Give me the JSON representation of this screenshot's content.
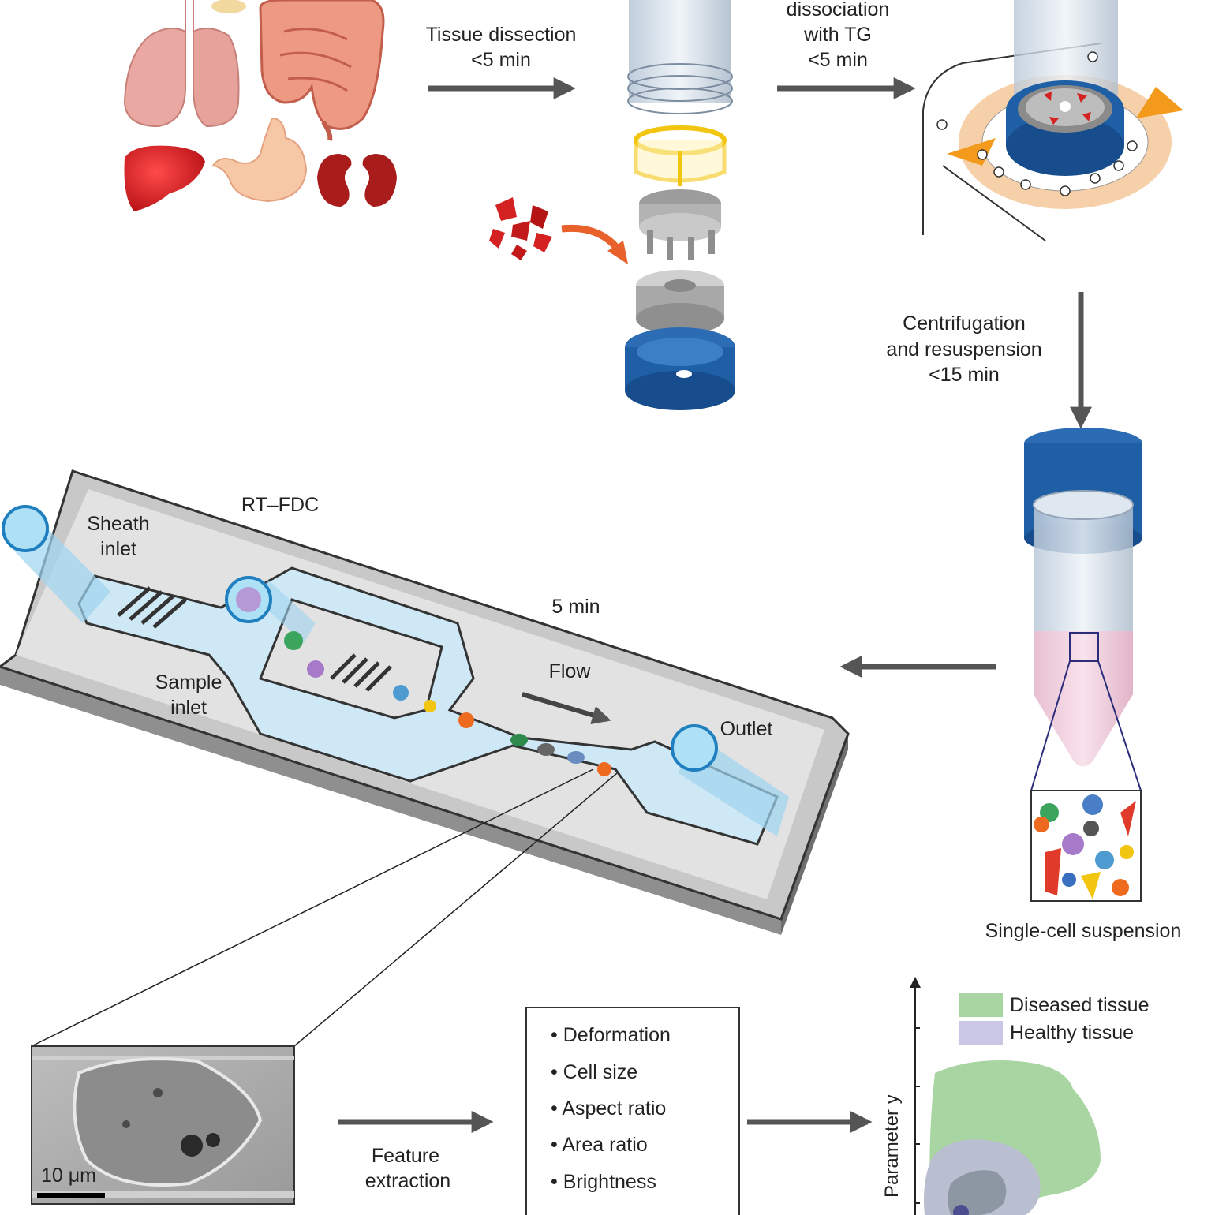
{
  "labels": {
    "tissue_dissection": "Tissue dissection",
    "tissue_dissection_time": "<5 min",
    "dissociation": "dissociation",
    "dissociation_with": "with TG",
    "dissociation_time": "<5 min",
    "centrifugation_1": "Centrifugation",
    "centrifugation_2": "and resuspension",
    "centrifugation_time": "<15 min",
    "single_cell_suspension": "Single-cell suspension",
    "rtfdc": "RT–FDC",
    "sheath_1": "Sheath",
    "sheath_2": "inlet",
    "sample_1": "Sample",
    "sample_2": "inlet",
    "five_min": "5 min",
    "flow": "Flow",
    "outlet": "Outlet",
    "scale_bar": "10 μm",
    "feature_1": "Feature",
    "feature_2": "extraction"
  },
  "features": [
    "Deformation",
    "Cell size",
    "Aspect ratio",
    "Area ratio",
    "Brightness"
  ],
  "plot": {
    "y_axis_label": "Parameter y",
    "legend": [
      {
        "label": "Diseased tissue",
        "color": "#a8d5a2"
      },
      {
        "label": "Healthy tissue",
        "color": "#c9c6e6"
      }
    ]
  },
  "colors": {
    "arrow": "#555555",
    "blue_cap": "#1f5fa6",
    "orange_arrow": "#e8602a",
    "chip_grey": "#c8c8c8",
    "channel_blue": "#cfe8f6"
  }
}
